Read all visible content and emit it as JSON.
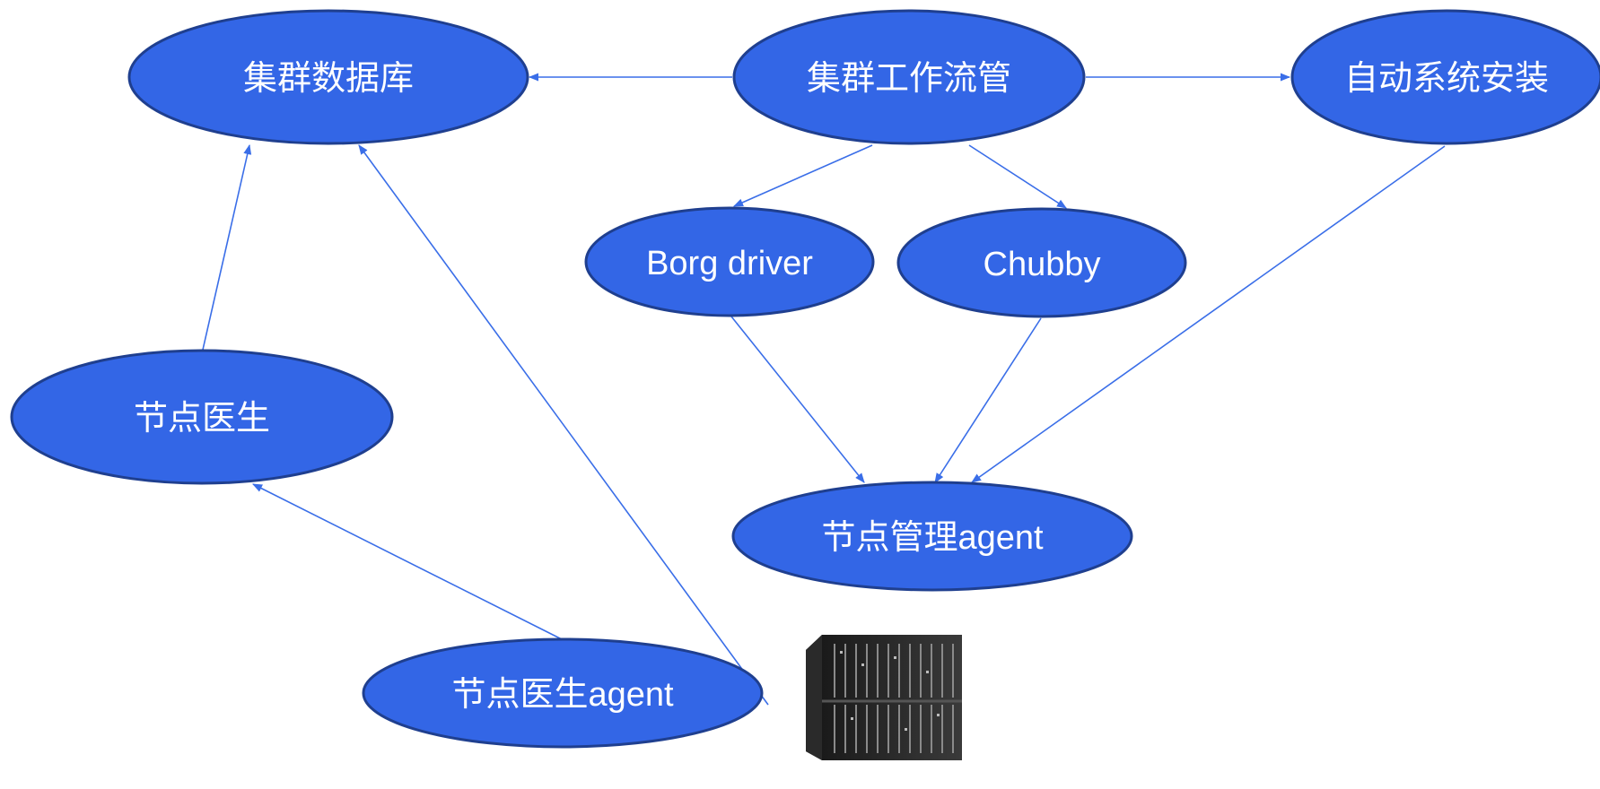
{
  "colors": {
    "node_fill": "#3366e6",
    "node_stroke": "#1f3f8f",
    "edge": "#3a6ee8",
    "label": "#ffffff"
  },
  "nodes": {
    "cluster_db": {
      "label": "集群数据库"
    },
    "cluster_workflow": {
      "label": "集群工作流管"
    },
    "auto_install": {
      "label": "自动系统安装"
    },
    "borg_driver": {
      "label": "Borg driver"
    },
    "chubby": {
      "label": "Chubby"
    },
    "node_doctor": {
      "label": "节点医生"
    },
    "node_mgmt_agent": {
      "label": "节点管理agent"
    },
    "node_doctor_agent": {
      "label": "节点医生agent"
    }
  },
  "edges": [
    {
      "from": "cluster_workflow",
      "to": "cluster_db"
    },
    {
      "from": "cluster_workflow",
      "to": "auto_install"
    },
    {
      "from": "cluster_workflow",
      "to": "borg_driver"
    },
    {
      "from": "cluster_workflow",
      "to": "chubby"
    },
    {
      "from": "borg_driver",
      "to": "node_mgmt_agent"
    },
    {
      "from": "chubby",
      "to": "node_mgmt_agent"
    },
    {
      "from": "auto_install",
      "to": "node_mgmt_agent"
    },
    {
      "from": "node_doctor",
      "to": "cluster_db"
    },
    {
      "from": "node_doctor_agent",
      "to": "node_doctor"
    },
    {
      "from": "server_rack",
      "to": "cluster_db"
    }
  ],
  "server_icon": "server-rack-icon"
}
